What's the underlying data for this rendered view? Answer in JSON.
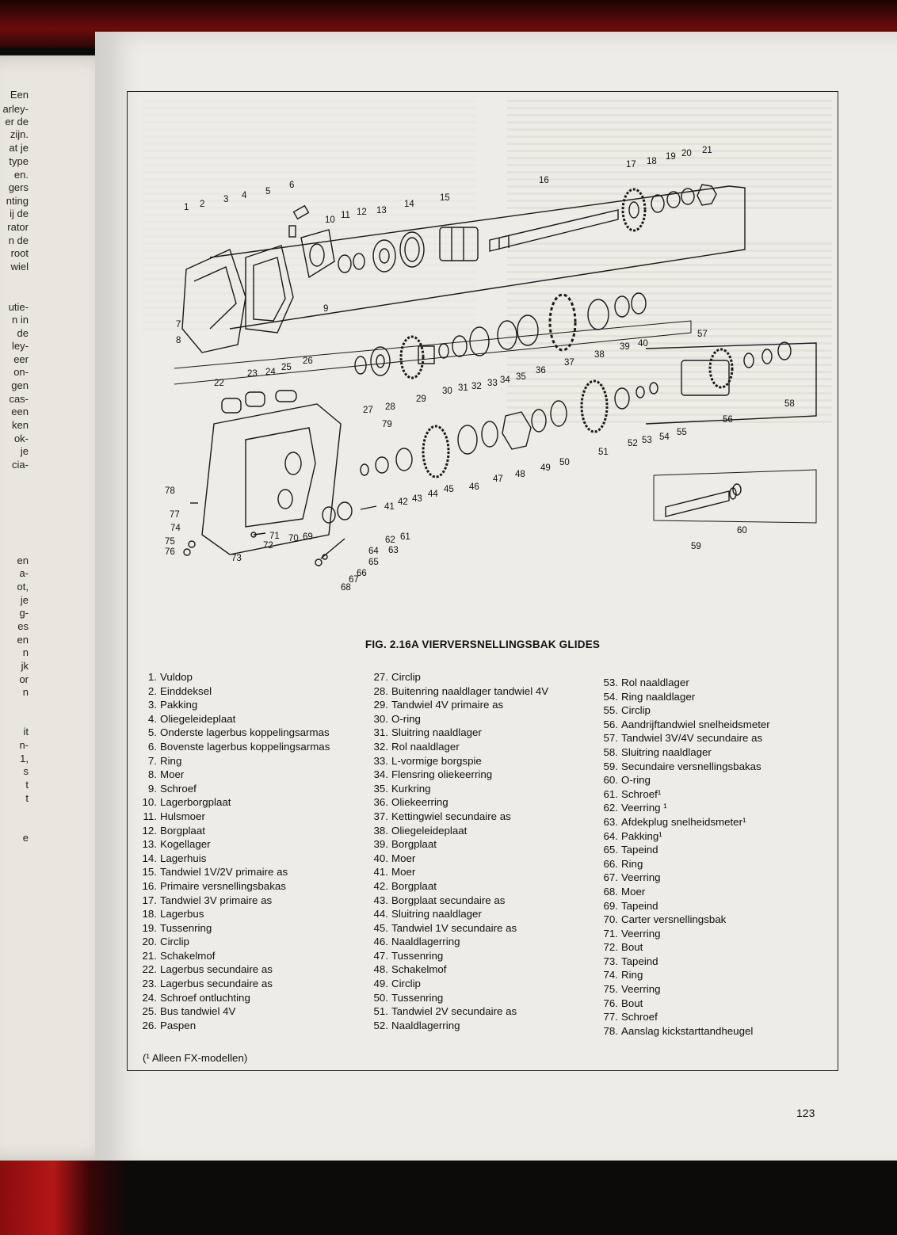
{
  "figure": {
    "caption": "FIG. 2.16A VIERVERSNELLINGSBAK GLIDES",
    "callouts": [
      "1",
      "2",
      "3",
      "4",
      "5",
      "6",
      "7",
      "8",
      "9",
      "10",
      "11",
      "12",
      "13",
      "14",
      "15",
      "16",
      "17",
      "18",
      "19",
      "20",
      "21",
      "22",
      "23",
      "24",
      "25",
      "26",
      "27",
      "28",
      "29",
      "30",
      "31",
      "32",
      "33",
      "34",
      "35",
      "36",
      "37",
      "38",
      "39",
      "40",
      "41",
      "42",
      "43",
      "44",
      "45",
      "46",
      "47",
      "48",
      "49",
      "50",
      "51",
      "52",
      "53",
      "54",
      "55",
      "56",
      "57",
      "58",
      "59",
      "60",
      "61",
      "62",
      "63",
      "64",
      "65",
      "66",
      "67",
      "68",
      "69",
      "70",
      "71",
      "72",
      "73",
      "74",
      "75",
      "76",
      "77",
      "78",
      "79"
    ]
  },
  "legend": {
    "col1": [
      {
        "num": "1.",
        "text": "Vuldop"
      },
      {
        "num": "2.",
        "text": "Einddeksel"
      },
      {
        "num": "3.",
        "text": "Pakking"
      },
      {
        "num": "4.",
        "text": "Oliegeleideplaat"
      },
      {
        "num": "5.",
        "text": "Onderste lagerbus koppelingsarmas"
      },
      {
        "num": "6.",
        "text": "Bovenste lagerbus koppelingsarmas"
      },
      {
        "num": "7.",
        "text": "Ring"
      },
      {
        "num": "8.",
        "text": "Moer"
      },
      {
        "num": "9.",
        "text": "Schroef"
      },
      {
        "num": "10.",
        "text": "Lagerborgplaat"
      },
      {
        "num": "11.",
        "text": "Hulsmoer"
      },
      {
        "num": "12.",
        "text": "Borgplaat"
      },
      {
        "num": "13.",
        "text": "Kogellager"
      },
      {
        "num": "14.",
        "text": "Lagerhuis"
      },
      {
        "num": "15.",
        "text": "Tandwiel 1V/2V primaire as"
      },
      {
        "num": "16.",
        "text": "Primaire versnellingsbakas"
      },
      {
        "num": "17.",
        "text": "Tandwiel 3V primaire as"
      },
      {
        "num": "18.",
        "text": "Lagerbus"
      },
      {
        "num": "19.",
        "text": "Tussenring"
      },
      {
        "num": "20.",
        "text": "Circlip"
      },
      {
        "num": "21.",
        "text": "Schakelmof"
      },
      {
        "num": "22.",
        "text": "Lagerbus secundaire as"
      },
      {
        "num": "23.",
        "text": "Lagerbus secundaire as"
      },
      {
        "num": "24.",
        "text": "Schroef ontluchting"
      },
      {
        "num": "25.",
        "text": "Bus tandwiel 4V"
      },
      {
        "num": "26.",
        "text": "Paspen"
      }
    ],
    "col2": [
      {
        "num": "27.",
        "text": "Circlip"
      },
      {
        "num": "28.",
        "text": "Buitenring naaldlager tandwiel 4V"
      },
      {
        "num": "29.",
        "text": "Tandwiel 4V primaire as"
      },
      {
        "num": "30.",
        "text": "O-ring"
      },
      {
        "num": "31.",
        "text": "Sluitring naaldlager"
      },
      {
        "num": "32.",
        "text": "Rol naaldlager"
      },
      {
        "num": "33.",
        "text": "L-vormige borgspie"
      },
      {
        "num": "34.",
        "text": "Flensring oliekeerring"
      },
      {
        "num": "35.",
        "text": "Kurkring"
      },
      {
        "num": "36.",
        "text": "Oliekeerring"
      },
      {
        "num": "37.",
        "text": "Kettingwiel secundaire as"
      },
      {
        "num": "38.",
        "text": "Oliegeleideplaat"
      },
      {
        "num": "39.",
        "text": "Borgplaat"
      },
      {
        "num": "40.",
        "text": "Moer"
      },
      {
        "num": "41.",
        "text": "Moer"
      },
      {
        "num": "42.",
        "text": "Borgplaat"
      },
      {
        "num": "43.",
        "text": "Borgplaat secundaire as"
      },
      {
        "num": "44.",
        "text": "Sluitring naaldlager"
      },
      {
        "num": "45.",
        "text": "Tandwiel 1V secundaire as"
      },
      {
        "num": "46.",
        "text": "Naaldlagerring"
      },
      {
        "num": "47.",
        "text": "Tussenring"
      },
      {
        "num": "48.",
        "text": "Schakelmof"
      },
      {
        "num": "49.",
        "text": "Circlip"
      },
      {
        "num": "50.",
        "text": "Tussenring"
      },
      {
        "num": "51.",
        "text": "Tandwiel 2V secundaire as"
      },
      {
        "num": "52.",
        "text": "Naaldlagerring"
      }
    ],
    "col3": [
      {
        "num": "53.",
        "text": "Rol naaldlager"
      },
      {
        "num": "54.",
        "text": "Ring naaldlager"
      },
      {
        "num": "55.",
        "text": "Circlip"
      },
      {
        "num": "56.",
        "text": "Aandrijftandwiel snelheidsmeter"
      },
      {
        "num": "57.",
        "text": "Tandwiel 3V/4V secundaire as"
      },
      {
        "num": "58.",
        "text": "Sluitring naaldlager"
      },
      {
        "num": "59.",
        "text": "Secundaire versnellingsbakas"
      },
      {
        "num": "60.",
        "text": "O-ring"
      },
      {
        "num": "61.",
        "text": "Schroef¹"
      },
      {
        "num": "62.",
        "text": "Veerring ¹"
      },
      {
        "num": "63.",
        "text": "Afdekplug snelheidsmeter¹"
      },
      {
        "num": "64.",
        "text": "Pakking¹"
      },
      {
        "num": "65.",
        "text": "Tapeind"
      },
      {
        "num": "66.",
        "text": "Ring"
      },
      {
        "num": "67.",
        "text": "Veerring"
      },
      {
        "num": "68.",
        "text": "Moer"
      },
      {
        "num": "69.",
        "text": "Tapeind"
      },
      {
        "num": "70.",
        "text": "Carter versnellingsbak"
      },
      {
        "num": "71.",
        "text": "Veerring"
      },
      {
        "num": "72.",
        "text": "Bout"
      },
      {
        "num": "73.",
        "text": "Tapeind"
      },
      {
        "num": "74.",
        "text": "Ring"
      },
      {
        "num": "75.",
        "text": "Veerring"
      },
      {
        "num": "76.",
        "text": "Bout"
      },
      {
        "num": "77.",
        "text": "Schroef"
      },
      {
        "num": "78.",
        "text": "Aanslag kickstarttandheugel"
      }
    ]
  },
  "footnote": "(¹ Alleen FX-modellen)",
  "page_number": "123",
  "left_page_fragments": [
    "Een",
    "arley-",
    "er de",
    "zijn.",
    "at je",
    "type",
    "en.",
    "gers",
    "nting",
    "ij de",
    "rator",
    "n de",
    "root",
    "wiel",
    "utie-",
    "n in",
    "de",
    "ley-",
    "eer",
    "on-",
    "gen",
    "cas-",
    "een",
    "ken",
    "ok-",
    "je",
    "cia-",
    "en",
    "a-",
    "ot,",
    "je",
    "g-",
    "es",
    "en",
    "n",
    "jk",
    "or",
    "n",
    "it",
    "n-",
    "1,",
    "s",
    "t",
    "t",
    "e"
  ]
}
